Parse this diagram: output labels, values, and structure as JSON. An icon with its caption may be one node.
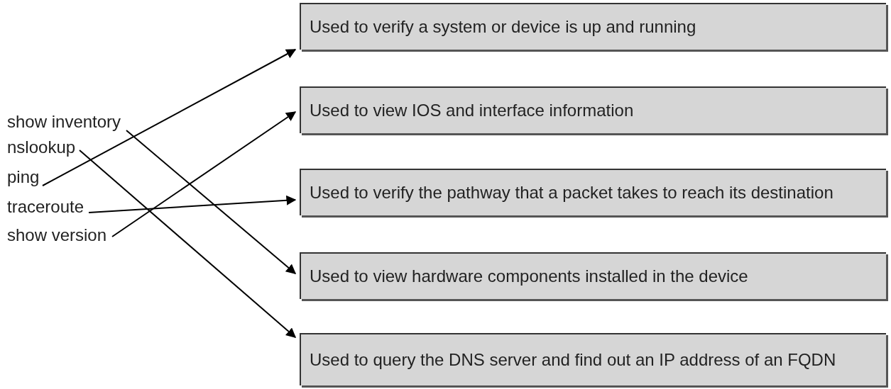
{
  "diagram": {
    "nodes": [
      {
        "text": [
          "show inventory"
        ]
      },
      {
        "text": [
          "nslookup"
        ]
      },
      {
        "text": [
          "ping"
        ]
      },
      {
        "text": [
          "traceroute"
        ]
      },
      {
        "text": [
          "show version"
        ]
      },
      {
        "text": [
          "Used to verify a system or device is up and running"
        ]
      },
      {
        "text": [
          "Used to view IOS and interface information"
        ]
      },
      {
        "text": [
          "Used to verify the pathway that a packet takes to reach its destination"
        ]
      },
      {
        "text": [
          "Used to view hardware components installed in the device"
        ]
      },
      {
        "text": [
          "Used to query the DNS server and find out an IP address of an FQDN"
        ]
      }
    ],
    "edges": [
      {
        "from": 0,
        "to": 8,
        "arrow": "to"
      },
      {
        "from": 1,
        "to": 9,
        "arrow": "to"
      },
      {
        "from": 2,
        "to": 5,
        "arrow": "to"
      },
      {
        "from": 3,
        "to": 7,
        "arrow": "to"
      },
      {
        "from": 4,
        "to": 6,
        "arrow": "to"
      }
    ]
  }
}
